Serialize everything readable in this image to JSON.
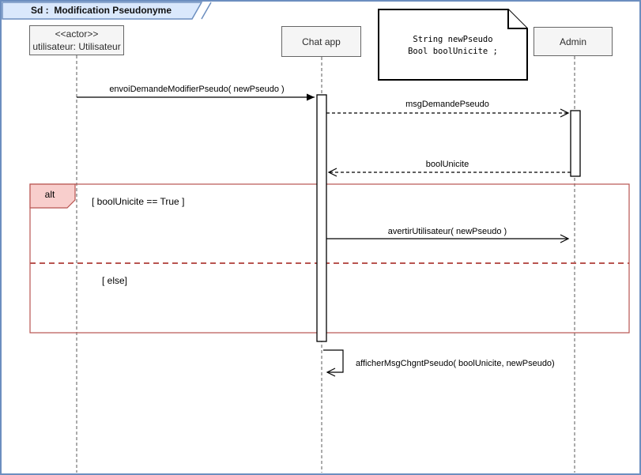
{
  "frame": {
    "title": "Sd :  Modification Pseudonyme"
  },
  "participants": {
    "utilisateur": {
      "stereotype": "<<actor>>",
      "label": "utilisateur: Utilisateur"
    },
    "chatapp": {
      "label": "Chat app"
    },
    "admin": {
      "label": "Admin"
    }
  },
  "note": {
    "line1": "String newPseudo",
    "line2": "Bool boolUnicite ;"
  },
  "messages": {
    "m1": {
      "label": "envoiDemandeModifierPseudo( newPseudo )",
      "from": "utilisateur",
      "to": "Chat app",
      "line": "solid",
      "arrowhead": "filled"
    },
    "m2": {
      "label": "msgDemandePseudo",
      "from": "Chat app",
      "to": "Admin",
      "line": "dashed",
      "arrowhead": "open"
    },
    "m3": {
      "label": "boolUnicite",
      "from": "Admin",
      "to": "Chat app",
      "line": "dashed",
      "arrowhead": "open"
    },
    "m4": {
      "label": "avertirUtilisateur( newPseudo )",
      "from": "Chat app",
      "to": "Admin",
      "line": "solid",
      "arrowhead": "open"
    },
    "m5": {
      "label": "afficherMsgChgntPseudo( boolUnicite, newPseudo)",
      "from": "Chat app",
      "to": "Chat app",
      "line": "solid-self",
      "arrowhead": "open"
    }
  },
  "alt_fragment": {
    "operator": "alt",
    "guard_true": "[ boolUnicite == True ]",
    "guard_else": "[ else]"
  },
  "colors": {
    "frame_border": "#6c8ebf",
    "title_fill": "#dae8fc",
    "alt_border": "#b85450",
    "alt_label_fill": "#f8cecc",
    "box_fill": "#f5f5f5",
    "box_border": "#666666",
    "line_color": "#000000",
    "lifeline_color": "#595959"
  }
}
